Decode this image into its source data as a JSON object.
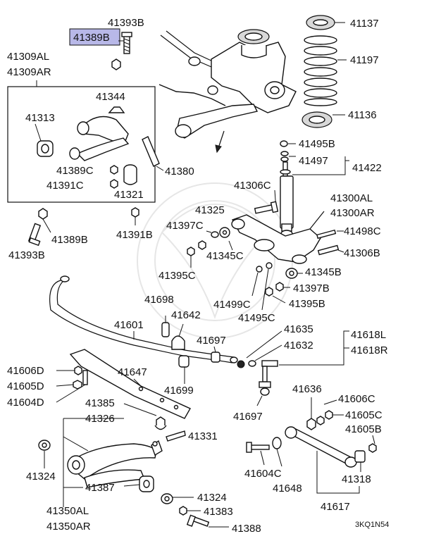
{
  "diagram": {
    "reference_code": "3KQ1N54",
    "highlight_color": "#b8b8e8",
    "highlighted_part": "41389B",
    "labels": {
      "p41393B_top": "41393B",
      "p41389B_top": "41389B",
      "p41309AL": "41309AL",
      "p41309AR": "41309AR",
      "p41344": "41344",
      "p41313": "41313",
      "p41389C": "41389C",
      "p41391C": "41391C",
      "p41321": "41321",
      "p41380": "41380",
      "p41391B": "41391B",
      "p41389B_bot": "41389B",
      "p41393B_bot": "41393B",
      "p41137": "41137",
      "p41197": "41197",
      "p41136": "41136",
      "p41495B": "41495B",
      "p41497": "41497",
      "p41422": "41422",
      "p41306C": "41306C",
      "p41300AL": "41300AL",
      "p41300AR": "41300AR",
      "p41325": "41325",
      "p41397C": "41397C",
      "p41345C": "41345C",
      "p41498C": "41498C",
      "p41306B": "41306B",
      "p41395C": "41395C",
      "p41345B": "41345B",
      "p41397B": "41397B",
      "p41499C": "41499C",
      "p41395B": "41395B",
      "p41495C": "41495C",
      "p41698": "41698",
      "p41642": "41642",
      "p41601": "41601",
      "p41697_a": "41697",
      "p41635": "41635",
      "p41632": "41632",
      "p41618L": "41618L",
      "p41618R": "41618R",
      "p41606D": "41606D",
      "p41605D": "41605D",
      "p41604D": "41604D",
      "p41647": "41647",
      "p41699": "41699",
      "p41697_b": "41697",
      "p41385": "41385",
      "p41326": "41326",
      "p41331": "41331",
      "p41636": "41636",
      "p41606C": "41606C",
      "p41605C": "41605C",
      "p41605B": "41605B",
      "p41324_a": "41324",
      "p41604C": "41604C",
      "p41648": "41648",
      "p41318": "41318",
      "p41387": "41387",
      "p41324_b": "41324",
      "p41383": "41383",
      "p41350AL": "41350AL",
      "p41350AR": "41350AR",
      "p41617": "41617",
      "p41388": "41388"
    }
  }
}
